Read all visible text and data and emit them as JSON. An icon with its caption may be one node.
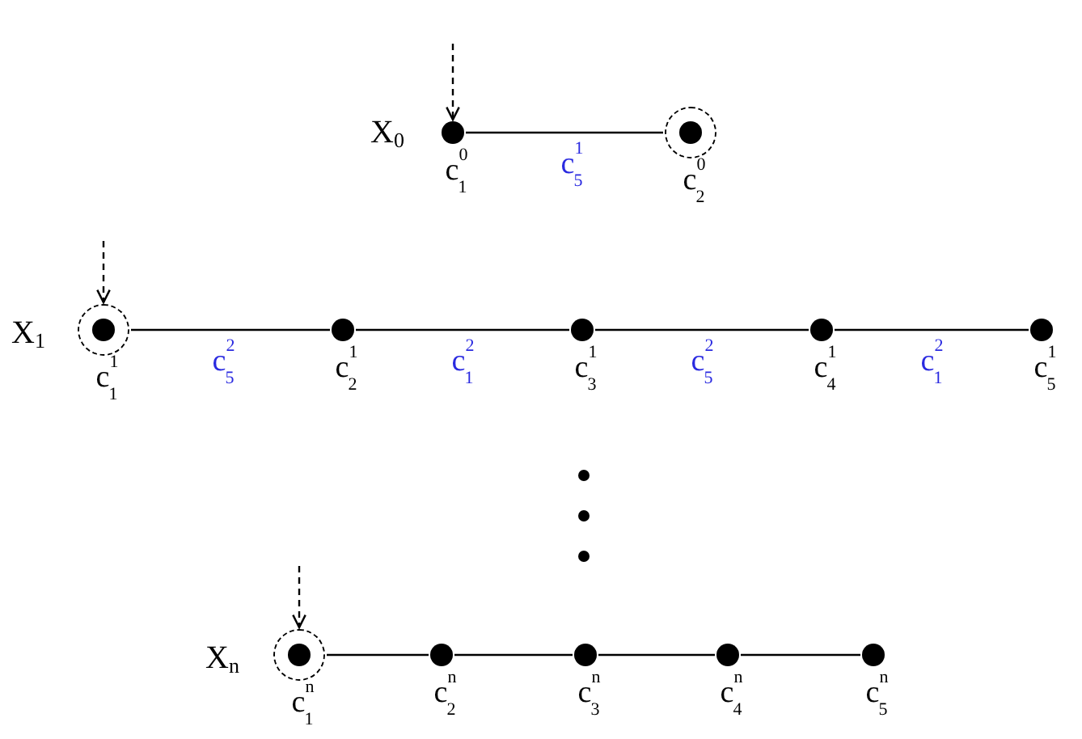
{
  "diagram": {
    "nodes": [
      {
        "text": [],
        "shape": "circle",
        "beside": [
          "c$^{0}$$_{1}$"
        ]
      },
      {
        "text": [],
        "shape": "circle",
        "beside": [
          "c$^{0}$$_{2}$"
        ]
      },
      {
        "text": [],
        "shape": "circle",
        "beside": [
          "c$^{1}$$_{1}$"
        ]
      },
      {
        "text": [],
        "shape": "circle",
        "beside": [
          "c$^{1}$$_{2}$"
        ]
      },
      {
        "text": [],
        "shape": "circle",
        "beside": [
          "c$^{1}$$_{3}$"
        ]
      },
      {
        "text": [],
        "shape": "circle",
        "beside": [
          "c$^{1}$$_{4}$"
        ]
      },
      {
        "text": [],
        "shape": "circle",
        "beside": [
          "c$^{1}$$_{5}$"
        ]
      },
      {
        "text": [],
        "shape": "circle",
        "beside": [
          "c$^{n}$$_{1}$"
        ]
      },
      {
        "text": [],
        "shape": "circle",
        "beside": [
          "c$^{n}$$_{2}$"
        ]
      },
      {
        "text": [],
        "shape": "circle",
        "beside": [
          "c$^{n}$$_{3}$"
        ]
      },
      {
        "text": [],
        "shape": "circle",
        "beside": [
          "c$^{n}$$_{4}$"
        ]
      },
      {
        "text": [],
        "shape": "circle",
        "beside": [
          "c$^{n}$$_{5}$"
        ]
      }
    ],
    "edges": [
      {
        "from": 0,
        "to": 1,
        "arrow": "none",
        "label": "c$^{1}$$_{5}$"
      },
      {
        "from": 2,
        "to": 3,
        "arrow": "none",
        "label": "c$^{2}$$_{5}$"
      },
      {
        "from": 3,
        "to": 4,
        "arrow": "none",
        "label": "c$^{2}$$_{1}$"
      },
      {
        "from": 4,
        "to": 5,
        "arrow": "none",
        "label": "c$^{2}$$_{5}$"
      },
      {
        "from": 5,
        "to": 6,
        "arrow": "none",
        "label": "c$^{2}$$_{1}$"
      },
      {
        "from": 7,
        "to": 8,
        "arrow": "none"
      },
      {
        "from": 8,
        "to": 9,
        "arrow": "none"
      },
      {
        "from": 9,
        "to": 10,
        "arrow": "none"
      },
      {
        "from": 10,
        "to": 11,
        "arrow": "none"
      },
      {
        "from": null,
        "to": 0,
        "arrow": "to",
        "style": "dashed"
      },
      {
        "from": null,
        "to": 2,
        "arrow": "to",
        "style": "dashed"
      },
      {
        "from": null,
        "to": 7,
        "arrow": "to",
        "style": "dashed"
      }
    ],
    "labels": [
      "X$_{0}$",
      "X$_{1}$",
      "X$_{n}$"
    ]
  }
}
